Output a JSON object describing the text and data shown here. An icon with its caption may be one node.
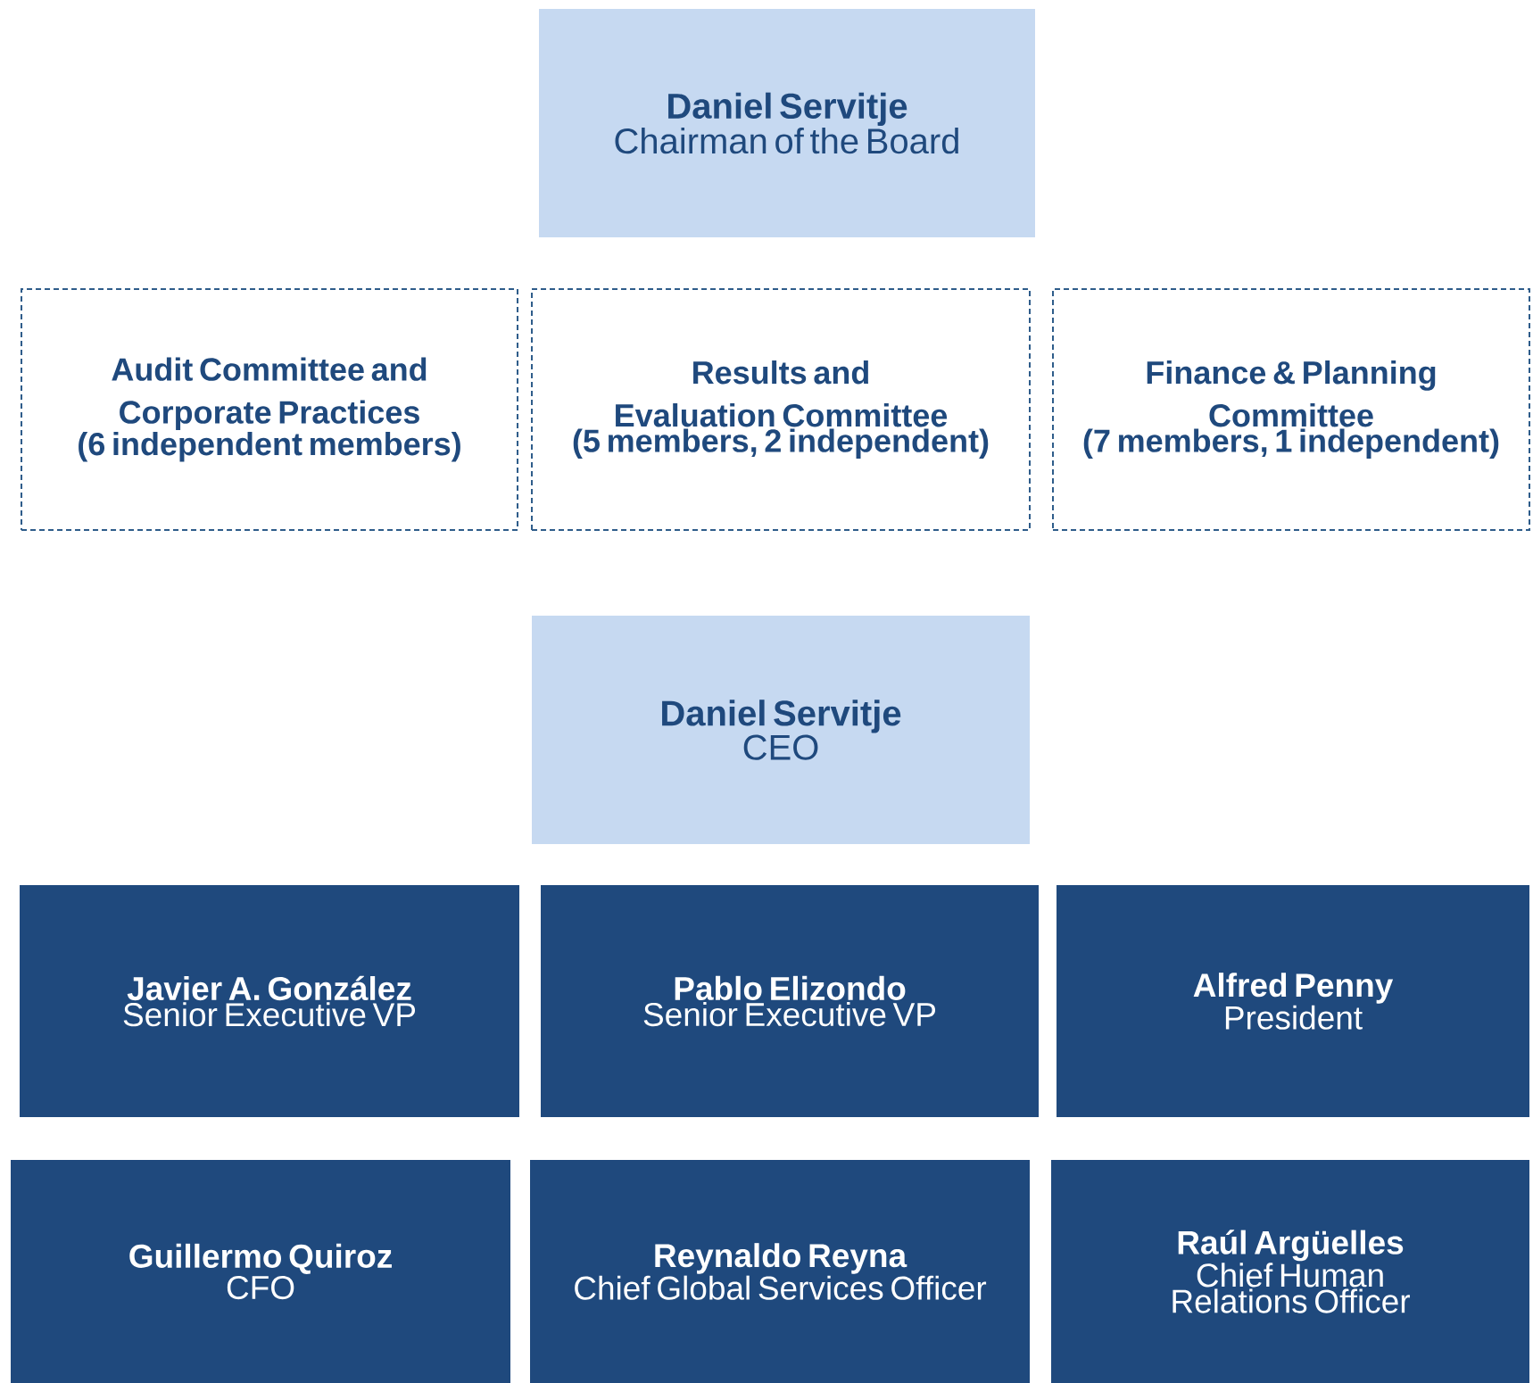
{
  "diagram": {
    "nodes": [
      {
        "text": [
          "Daniel Servitje",
          "Chairman of the Board"
        ]
      },
      {
        "text": [
          "Audit Committee and Corporate Practices",
          "(6 independent members)"
        ]
      },
      {
        "text": [
          "Results and Evaluation Committee",
          "(5 members, 2 independent)"
        ]
      },
      {
        "text": [
          "Finance & Planning Committee",
          "(7 members, 1 independent)"
        ]
      },
      {
        "text": [
          "Daniel Servitje",
          "CEO"
        ]
      },
      {
        "text": [
          "Javier A. González",
          "Senior Executive VP"
        ]
      },
      {
        "text": [
          "Pablo Elizondo",
          "Senior Executive VP"
        ]
      },
      {
        "text": [
          "Alfred Penny",
          "President"
        ]
      },
      {
        "text": [
          "Guillermo Quiroz",
          "CFO"
        ]
      },
      {
        "text": [
          "Reynaldo Reyna",
          "Chief Global Services Officer"
        ]
      },
      {
        "text": [
          "Raúl Argüelles",
          "Chief Human Relations Officer"
        ]
      }
    ]
  }
}
